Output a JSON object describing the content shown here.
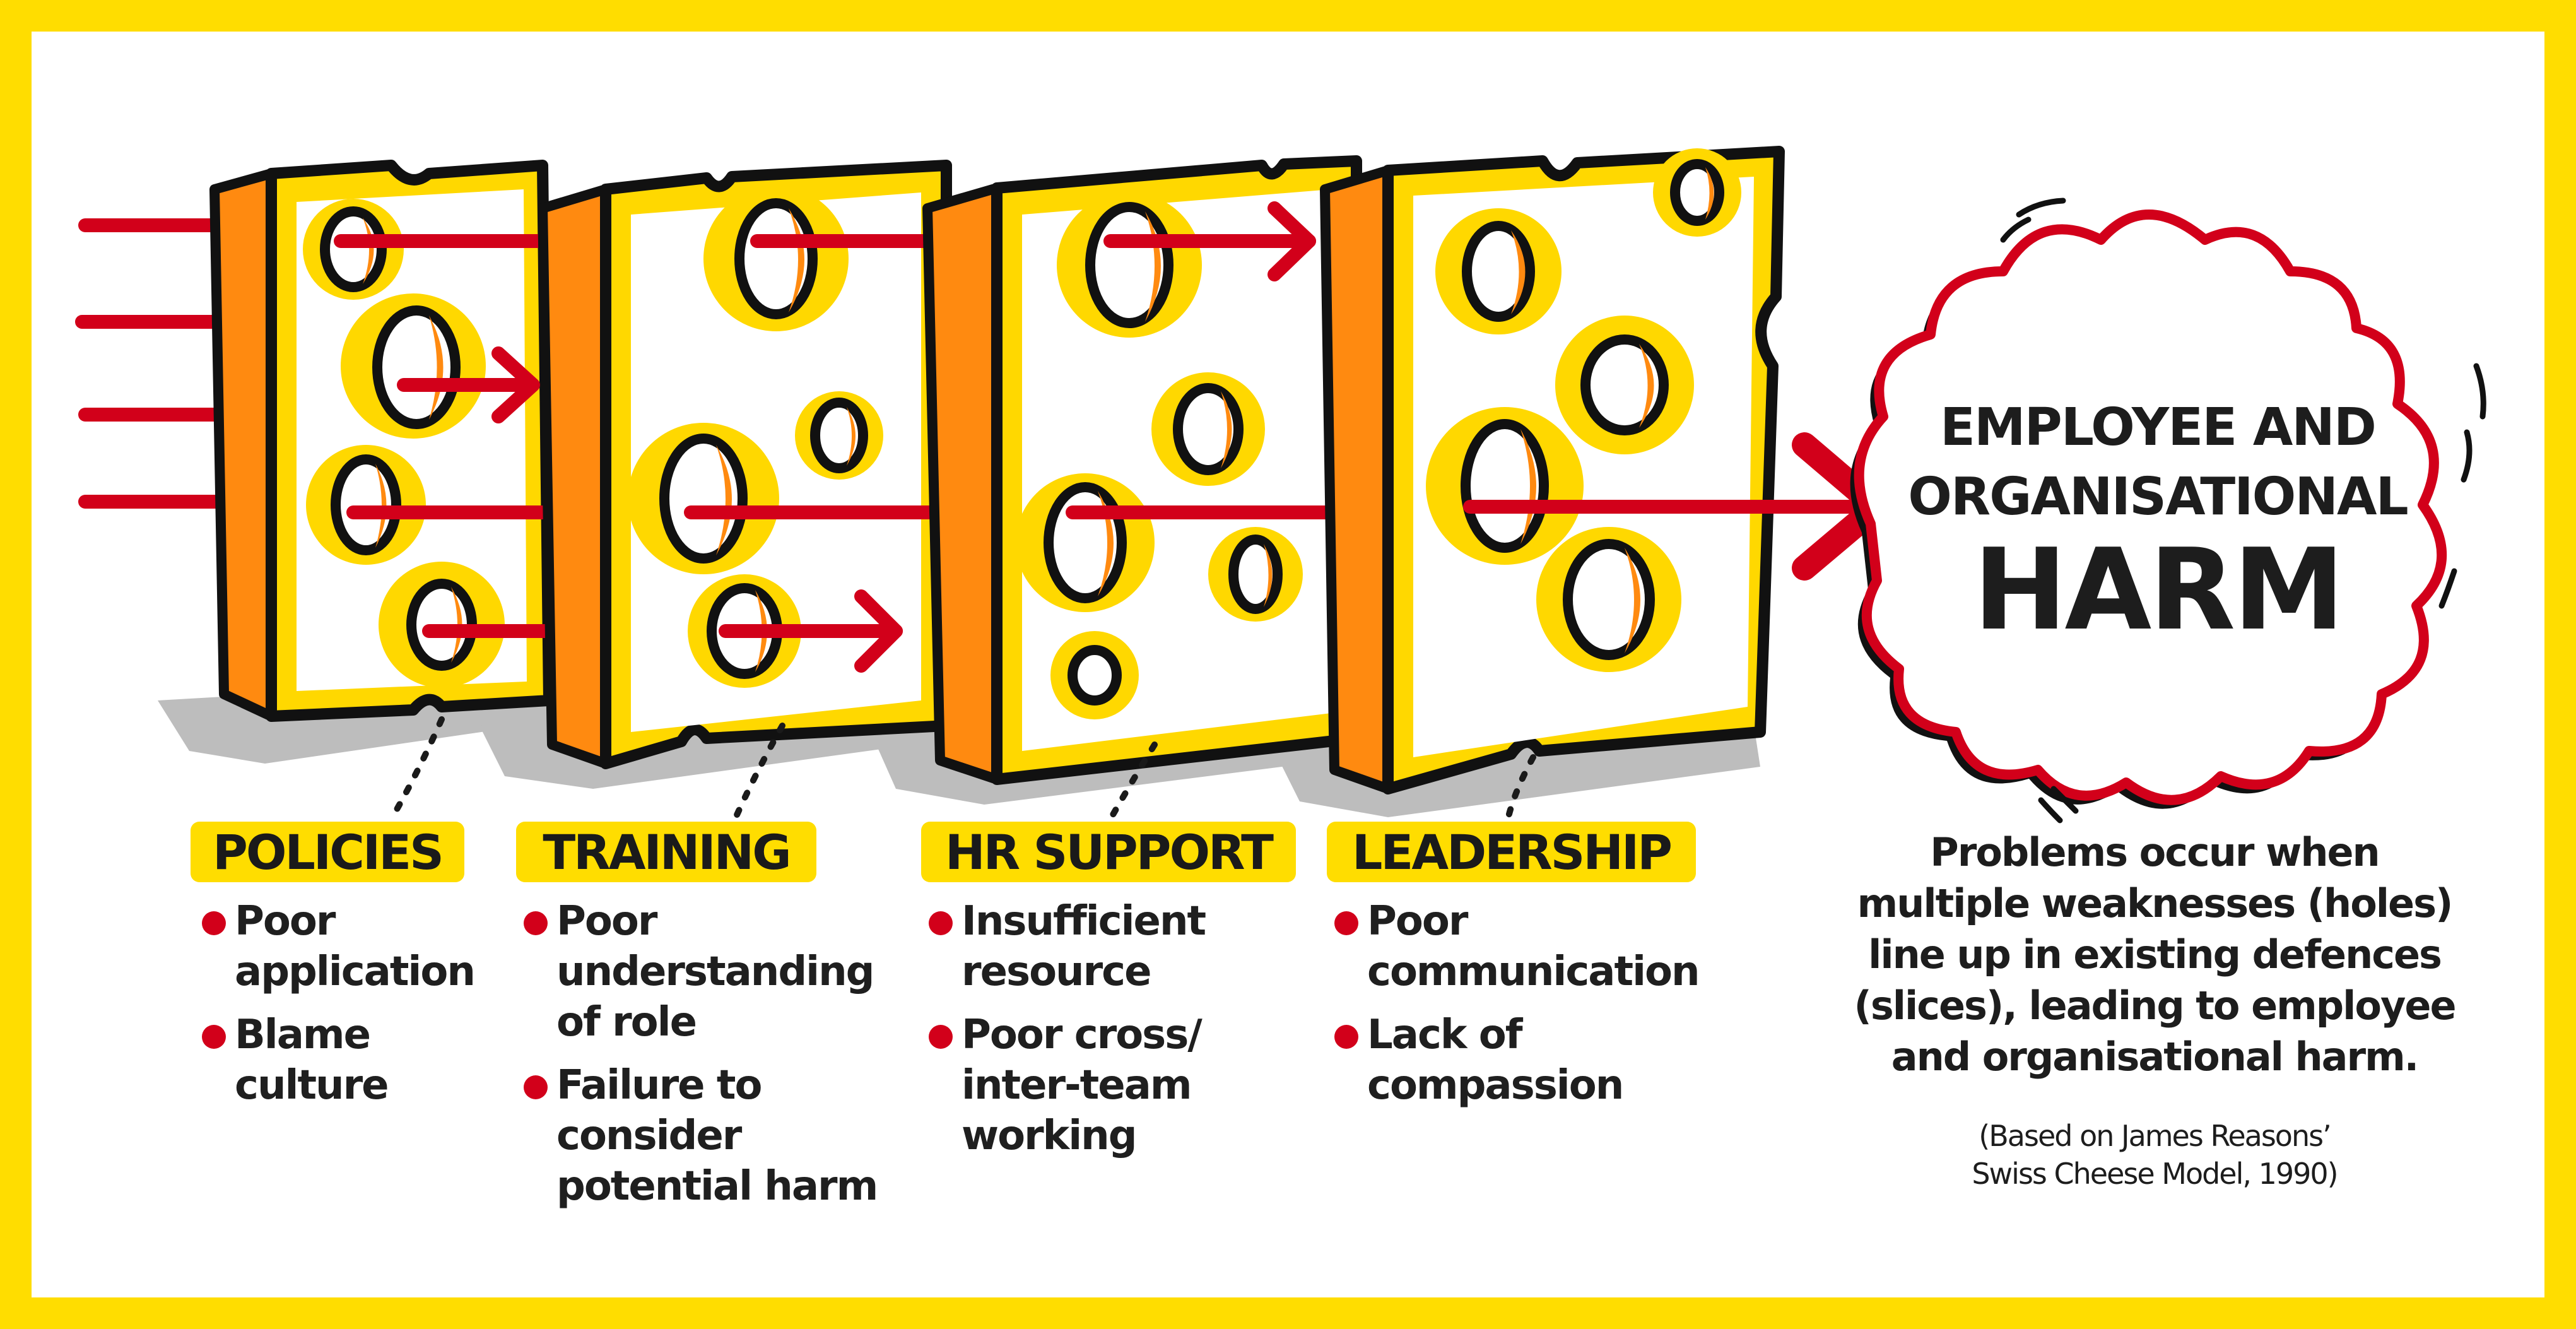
{
  "colors": {
    "border": "#FFDD00",
    "cheese_yellow": "#FFD800",
    "cheese_edge_orange": "#FF8A10",
    "arrow_red": "#D2001A",
    "outline_black": "#111111",
    "shadow_gray": "#BDBDBD",
    "label_bg": "#FFDD00",
    "bullet_red": "#D2001A"
  },
  "slices": [
    {
      "id": "policies",
      "label": "POLICIES",
      "items": [
        "Poor\napplication",
        "Blame\nculture"
      ]
    },
    {
      "id": "training",
      "label": "TRAINING",
      "items": [
        "Poor\nunderstanding\nof role",
        "Failure to\nconsider\npotential harm"
      ]
    },
    {
      "id": "hr-support",
      "label": "HR SUPPORT",
      "items": [
        "Insufficient\nresource",
        "Poor cross/\ninter-team\nworking"
      ]
    },
    {
      "id": "leadership",
      "label": "LEADERSHIP",
      "items": [
        "Poor\ncommunication",
        "Lack of\ncompassion"
      ]
    }
  ],
  "outcome": {
    "line1": "EMPLOYEE AND",
    "line2": "ORGANISATIONAL",
    "line3": "HARM"
  },
  "summary": "Problems occur when\nmultiple weaknesses (holes)\nline up in existing defences\n(slices), leading to employee\nand organisational harm.",
  "citation": "(Based on James Reasons’\nSwiss Cheese Model, 1990)",
  "icons": {
    "slice": "swiss-cheese-slice",
    "arrow": "red-arrow",
    "outcome": "cloud-burst",
    "bullet": "red-dot"
  }
}
